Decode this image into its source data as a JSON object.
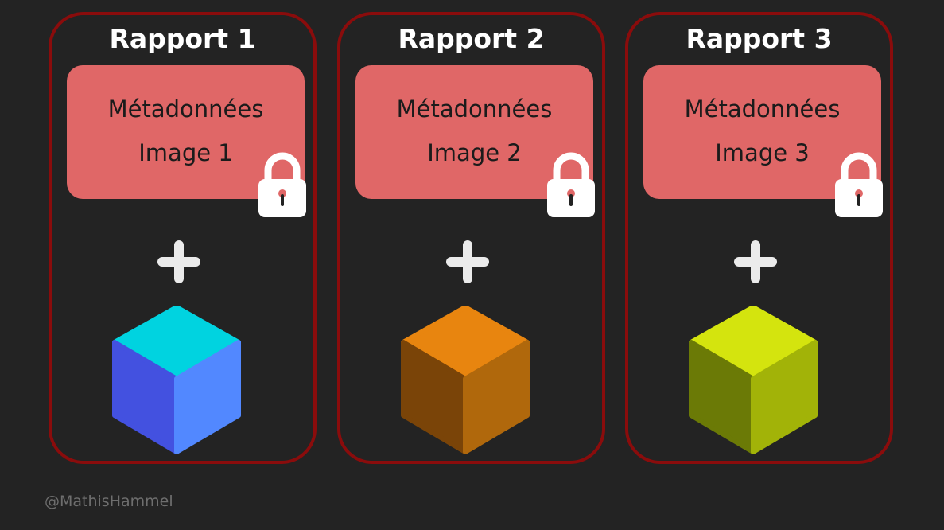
{
  "reports": [
    {
      "title": "Rapport 1",
      "meta_line1": "Métadonnées",
      "meta_line2": "Image 1",
      "cube_colors": {
        "top": "#00d3e0",
        "left": "#4351e0",
        "right": "#5288ff"
      }
    },
    {
      "title": "Rapport 2",
      "meta_line1": "Métadonnées",
      "meta_line2": "Image 2",
      "cube_colors": {
        "top": "#e8850f",
        "left": "#7a4408",
        "right": "#b0680c"
      }
    },
    {
      "title": "Rapport 3",
      "meta_line1": "Métadonnées",
      "meta_line2": "Image 3",
      "cube_colors": {
        "top": "#d4e40e",
        "left": "#6b7a06",
        "right": "#a2b308"
      }
    }
  ],
  "icons": {
    "lock": "lock-icon",
    "plus": "plus-icon",
    "cube": "cube-icon"
  },
  "colors": {
    "background": "#232323",
    "frame": "#8a0c0c",
    "card": "#e06767",
    "lock_keyhole": "#e06767"
  },
  "watermark": "@MathisHammel"
}
